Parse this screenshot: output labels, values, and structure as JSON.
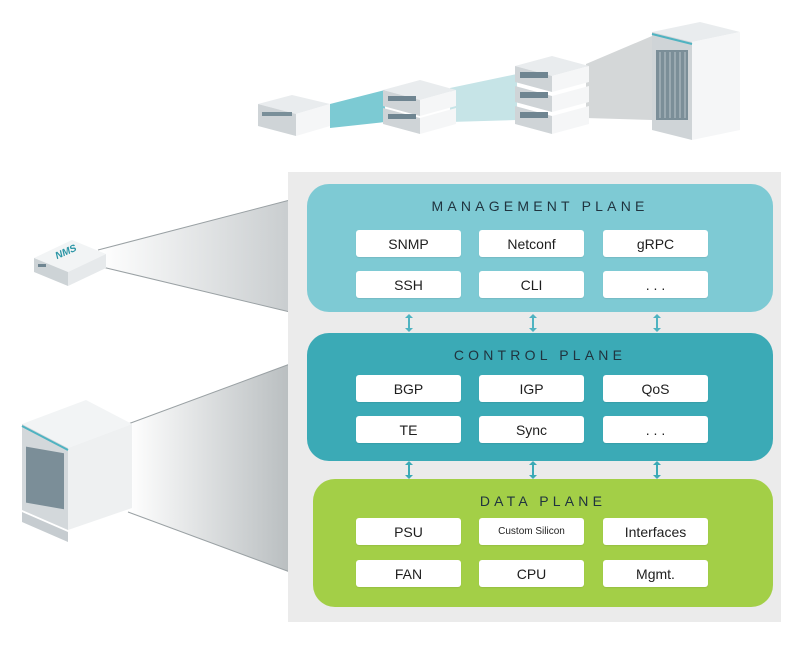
{
  "planes": {
    "management": {
      "title": "MANAGEMENT PLANE",
      "items": [
        "SNMP",
        "Netconf",
        "gRPC",
        "SSH",
        "CLI",
        ". . ."
      ]
    },
    "control": {
      "title": "CONTROL PLANE",
      "items": [
        "BGP",
        "IGP",
        "QoS",
        "TE",
        "Sync",
        ". . ."
      ]
    },
    "data": {
      "title": "DATA PLANE",
      "items": [
        "PSU",
        "Custom Silicon",
        "Interfaces",
        "FAN",
        "CPU",
        "Mgmt."
      ]
    }
  },
  "devices": {
    "nms_label": "NMS"
  },
  "colors": {
    "management": "#7ecad4",
    "control": "#3baab6",
    "data": "#a3cf47",
    "arrow": "#4fb3c1",
    "panel": "#ebebeb"
  }
}
